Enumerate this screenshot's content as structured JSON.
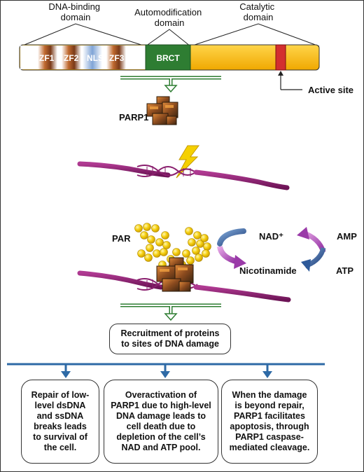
{
  "domains": {
    "dna_binding": "DNA-binding\ndomain",
    "automodification": "Automodification\ndomain",
    "catalytic": "Catalytic\ndomain"
  },
  "segments": [
    "ZF1",
    "ZF2",
    "NLS",
    "ZF3",
    "BRCT"
  ],
  "active_site": "Active site",
  "parp1_label": "PARP1",
  "par_label": "PAR",
  "cycle_left": {
    "top": "NAD⁺",
    "bottom": "Nicotinamide"
  },
  "cycle_right": {
    "top": "AMP",
    "bottom": "ATP"
  },
  "recruitment": "Recruitment of proteins\nto sites of DNA damage",
  "outcomes": [
    "Repair of low-\nlevel dsDNA\nand ssDNA\nbreaks leads\nto survival of\nthe cell.",
    "Overactivation of\nPARP1 due to high-level\nDNA damage leads to\ncell death due to\ndepletion of the cell’s\nNAD and ATP pool.",
    "When the damage\nis beyond repair,\nPARP1 facilitates\napoptosis, through\nPARP1 caspase-\nmediated cleavage."
  ],
  "colors": {
    "zinc_finger": "#8a4a22",
    "nls": "#8fb0d8",
    "brct": "#2e7d32",
    "catalytic": "#f2b705",
    "active_site": "#d32f2f",
    "dna": "#8a1f6e",
    "par": "#f0c400",
    "arrow": "#2e6aa6"
  }
}
